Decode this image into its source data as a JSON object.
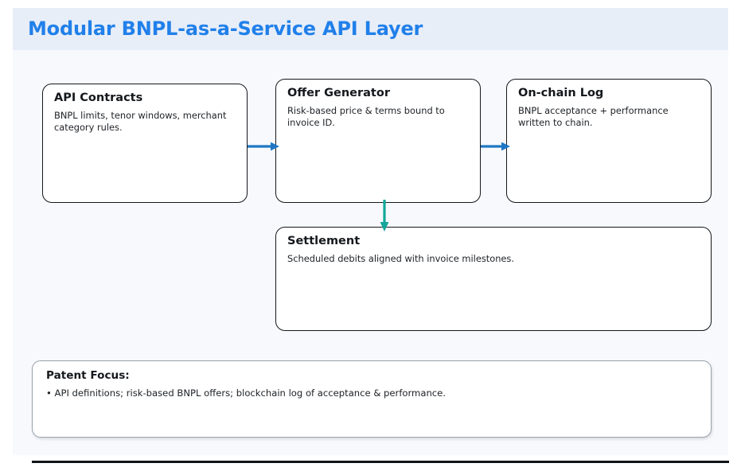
{
  "slide": {
    "title": "Modular BNPL-as-a-Service API Layer",
    "colors": {
      "title_blue": "#2180ea",
      "header_band": "#e8eef8",
      "canvas": "#f7f9fc",
      "node_border": "#15181c",
      "arrow_blue": "#1f77c4",
      "arrow_teal": "#14a699",
      "panel_border": "#9aa2ad"
    }
  },
  "nodes": [
    {
      "id": "api-contracts",
      "title": "API Contracts",
      "desc": "BNPL limits, tenor windows, merchant category rules."
    },
    {
      "id": "offer-generator",
      "title": "Offer Generator",
      "desc": "Risk-based price & terms bound to invoice ID."
    },
    {
      "id": "on-chain-log",
      "title": "On-chain Log",
      "desc": "BNPL acceptance + performance written to chain."
    },
    {
      "id": "settlement",
      "title": "Settlement",
      "desc": "Scheduled debits aligned with invoice milestones."
    }
  ],
  "connectors": [
    {
      "id": "api-to-offer",
      "from": "API Contracts",
      "to": "Offer Generator",
      "orientation": "horizontal",
      "color": "#1f77c4"
    },
    {
      "id": "offer-to-onchain",
      "from": "Offer Generator",
      "to": "On-chain Log",
      "orientation": "horizontal",
      "color": "#1f77c4"
    },
    {
      "id": "offer-to-settlement",
      "from": "Offer Generator",
      "to": "Settlement",
      "orientation": "vertical",
      "color": "#14a699"
    }
  ],
  "patent_focus": {
    "title": "Patent Focus:",
    "bullet": "• API definitions; risk-based BNPL offers; blockchain log of acceptance & performance."
  }
}
